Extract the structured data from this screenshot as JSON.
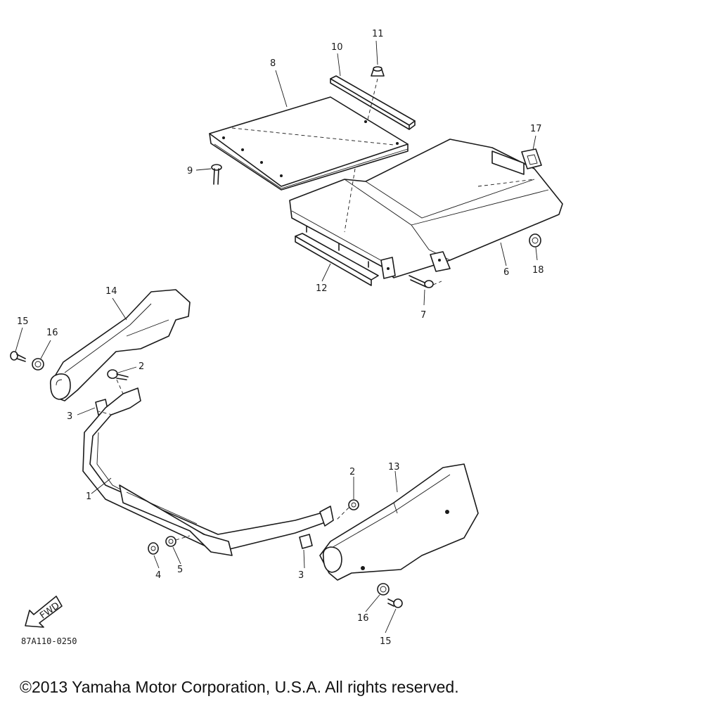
{
  "diagram": {
    "callouts": {
      "c1": "1",
      "c2a": "2",
      "c2b": "2",
      "c3a": "3",
      "c3b": "3",
      "c4": "4",
      "c5": "5",
      "c6": "6",
      "c7": "7",
      "c8": "8",
      "c9": "9",
      "c10": "10",
      "c11": "11",
      "c12": "12",
      "c13": "13",
      "c14": "14",
      "c15a": "15",
      "c15b": "15",
      "c16a": "16",
      "c16b": "16",
      "c17": "17",
      "c18": "18"
    },
    "fwd_label": "FWD",
    "drawing_code": "87A110-0250"
  },
  "copyright": "©2013 Yamaha Motor Corporation, U.S.A. All rights reserved."
}
